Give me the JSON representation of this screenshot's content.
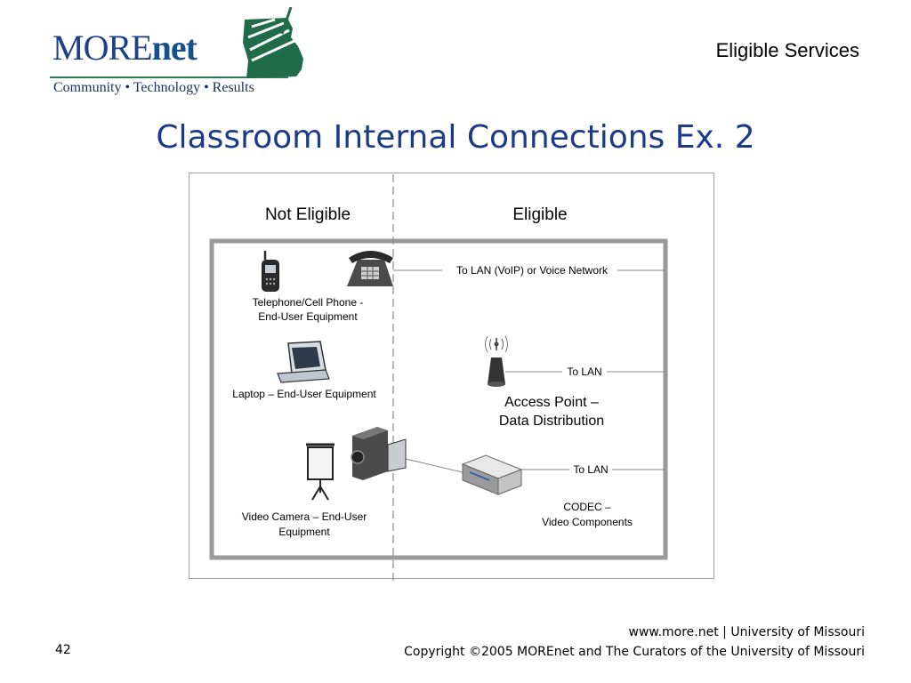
{
  "logo": {
    "word_main": "MORE",
    "word_net": "net",
    "tagline": "Community • Technology • Results",
    "brand_colors": {
      "navy": "#1d3f8c",
      "green": "#1f6b4a"
    }
  },
  "header": {
    "section": "Eligible Services"
  },
  "slide": {
    "title": "Classroom Internal Connections Ex. 2"
  },
  "diagram": {
    "columns": {
      "left": "Not Eligible",
      "right": "Eligible"
    },
    "devices": {
      "phone_label_1": "Telephone/Cell Phone -",
      "phone_label_2": "End-User Equipment",
      "laptop_label": "Laptop – End-User Equipment",
      "camera_label_1": "Video Camera – End-User",
      "camera_label_2": "Equipment"
    },
    "connections": {
      "voice": "To LAN (VoIP) or Voice Network",
      "ap": "To LAN",
      "codec": "To LAN"
    },
    "eligible_items": {
      "ap_label_1": "Access Point –",
      "ap_label_2": "Data Distribution",
      "codec_label_1": "CODEC –",
      "codec_label_2": "Video Components"
    }
  },
  "footer": {
    "site": "www.more.net | University of Missouri",
    "copyright": "Copyright ©2005 MOREnet and The Curators of the University of Missouri",
    "page": "42"
  }
}
